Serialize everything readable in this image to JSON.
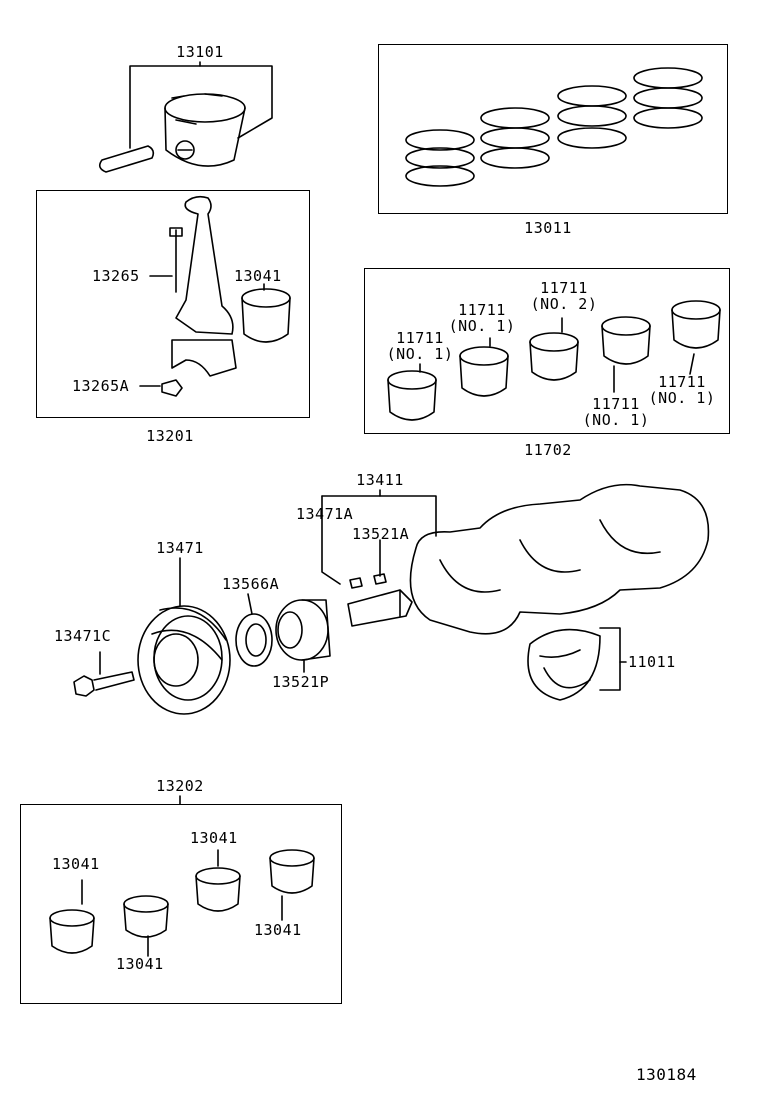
{
  "diagram": {
    "piston_assembly": "13101",
    "piston_ring_set": "13011",
    "connecting_rod_bolt": "13265",
    "connecting_rod_bearing_top": "13041",
    "connecting_rod_nut": "13265A",
    "connecting_rod_assembly": "13201",
    "main_bearing_set": "11702",
    "main_bearings": [
      {
        "part": "11711",
        "note": "(NO. 1)"
      },
      {
        "part": "11711",
        "note": "(NO. 1)"
      },
      {
        "part": "11711",
        "note": "(NO. 2)"
      },
      {
        "part": "11711",
        "note": "(NO. 1)"
      },
      {
        "part": "11711",
        "note": "(NO. 1)"
      }
    ],
    "crankshaft": "13411",
    "crankshaft_key_a": "13471A",
    "crankshaft_key_b": "13521A",
    "pulley": "13471",
    "pulley_bolt": "13471C",
    "oil_seal": "13566A",
    "timing_pulley": "13521P",
    "thrust_washer": "11011",
    "rod_bearing_set": "13202",
    "rod_bearing_set_items": [
      "13041",
      "13041",
      "13041",
      "13041"
    ],
    "diagram_number": "130184"
  }
}
